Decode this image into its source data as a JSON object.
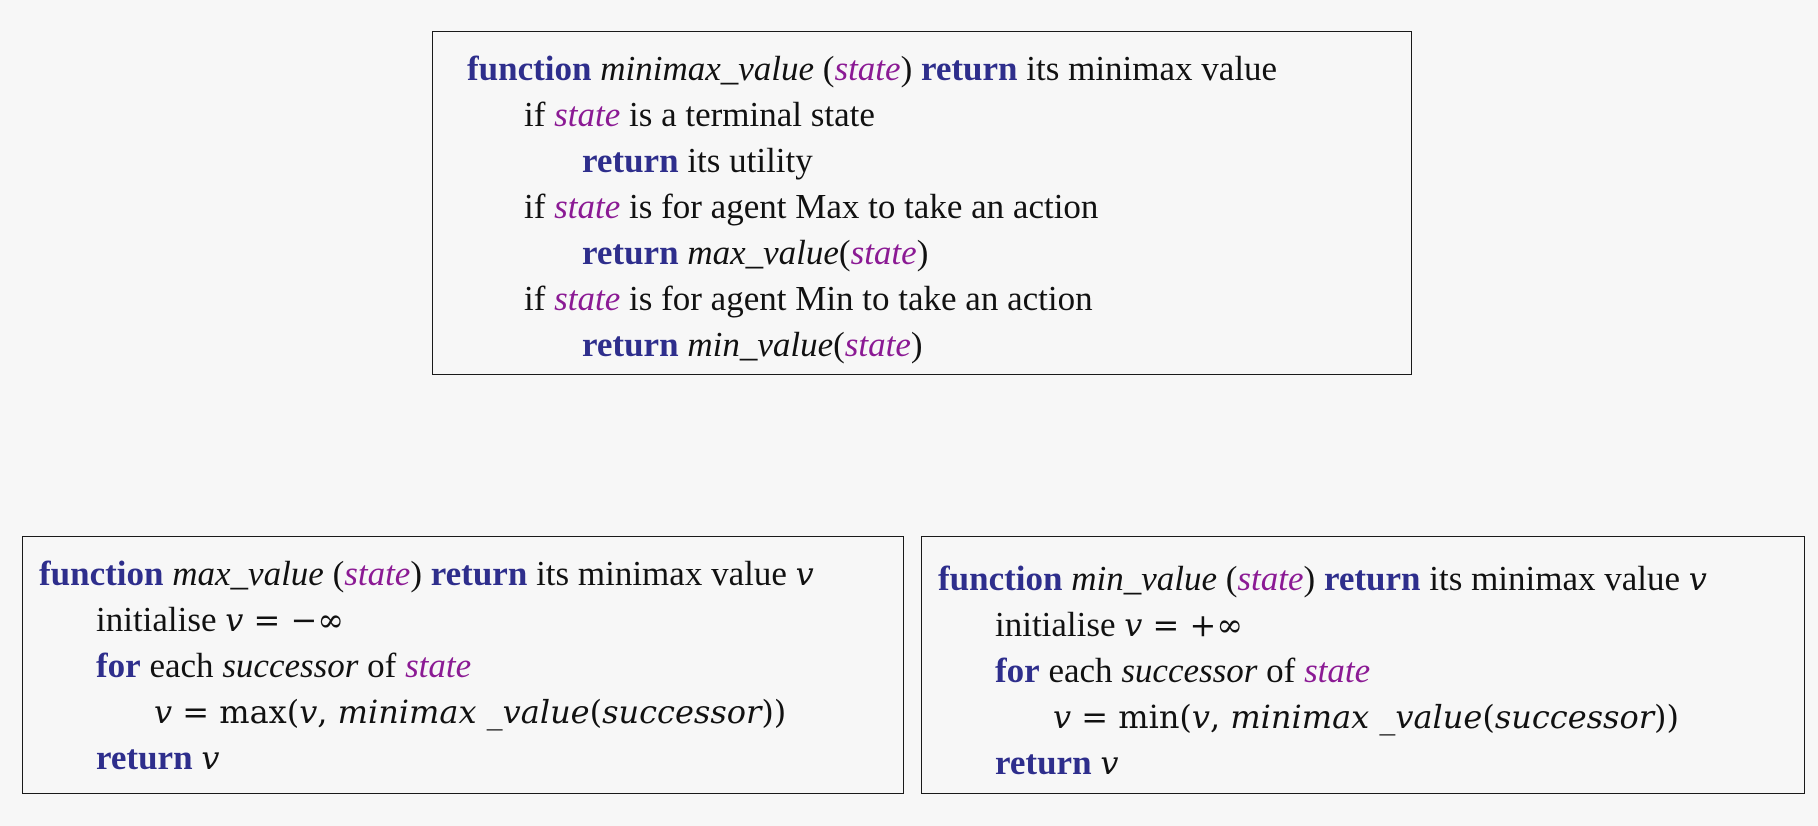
{
  "minimax_box": {
    "l0": {
      "kw1": "function",
      "name": "minimax_value",
      "p1": " (",
      "arg": "state",
      "p2": ")",
      "kw2": "return",
      "rest": "its minimax value"
    },
    "l1": {
      "w1": "if",
      "arg": "state",
      "rest": "is a terminal state"
    },
    "l2": {
      "kw": "return",
      "rest": "its utility"
    },
    "l3": {
      "w1": "if",
      "arg": "state",
      "rest": "is for agent Max to take an action"
    },
    "l4": {
      "kw": "return",
      "fn": "max_value",
      "p1": "(",
      "arg": "state",
      "p2": ")"
    },
    "l5": {
      "w1": "if",
      "arg": "state",
      "rest": "is for agent Min to take an action"
    },
    "l6": {
      "kw": "return",
      "fn": "min_value",
      "p1": "(",
      "arg": "state",
      "p2": ")"
    }
  },
  "max_box": {
    "l0": {
      "kw1": "function",
      "name": "max_value",
      "p1": " (",
      "arg": "state",
      "p2": ")",
      "kw2": "return",
      "rest": "its minimax value",
      "var": "v"
    },
    "l1": {
      "w1": "initialise",
      "var": "v",
      "eq": " = −∞"
    },
    "l2": {
      "kw": "for",
      "w1": "each",
      "w2": "successor",
      "w3": "of",
      "arg": "state"
    },
    "l3": {
      "var": "v",
      "eq": " = max(",
      "v2": "v",
      "c": ", ",
      "fn": "minimax _value",
      "p1": "(",
      "succ": "successor",
      "p2": "))"
    },
    "l4": {
      "kw": "return",
      "var": "v"
    }
  },
  "min_box": {
    "l0": {
      "kw1": "function",
      "name": "min_value",
      "p1": " (",
      "arg": "state",
      "p2": ")",
      "kw2": "return",
      "rest": "its minimax value",
      "var": "v"
    },
    "l1": {
      "w1": "initialise",
      "var": "v",
      "eq": " = +∞"
    },
    "l2": {
      "kw": "for",
      "w1": "each",
      "w2": "successor",
      "w3": "of",
      "arg": "state"
    },
    "l3": {
      "var": "v",
      "eq": " = min(",
      "v2": "v",
      "c": ", ",
      "fn": "minimax _value",
      "p1": "(",
      "succ": "successor",
      "p2": "))"
    },
    "l4": {
      "kw": "return",
      "var": "v"
    }
  },
  "colors": {
    "keyword": "#2e2e8c",
    "argument": "#8b1a94",
    "text": "#111111",
    "background": "#f7f7f7"
  }
}
